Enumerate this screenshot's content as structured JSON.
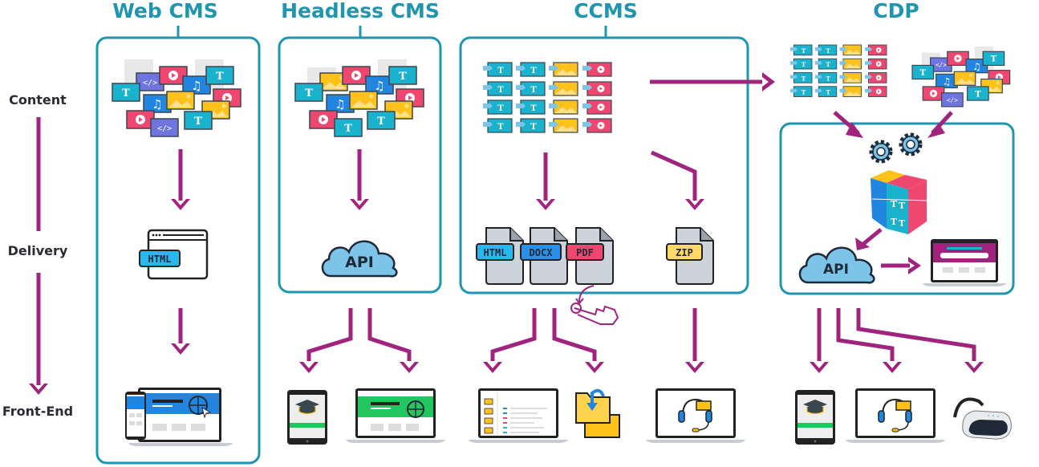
{
  "colors": {
    "title": "#1f95b0",
    "box_border": "#1f95b0",
    "arrow": "#a0237e",
    "stage_text": "#2b2b33",
    "cloud": "#7cc4e8",
    "text_block": "#1ab2cc",
    "video_block": "#ef476f",
    "image_block": "#ffc21a",
    "audio_block": "#2285e0",
    "code_block": "#6f75e0",
    "html_tag": "#27b8f0",
    "docx_tag": "#2a8fe6",
    "pdf_tag": "#ef476f",
    "zip_tag": "#ffd866"
  },
  "stages": {
    "content": "Content",
    "delivery": "Delivery",
    "front_end": "Front-End"
  },
  "columns": [
    {
      "id": "web-cms",
      "title": "Web CMS",
      "delivery": {
        "label": "HTML",
        "icon": "browser-window-icon"
      },
      "front_end": [
        "responsive-website-icon"
      ]
    },
    {
      "id": "headless-cms",
      "title": "Headless CMS",
      "delivery": {
        "label": "API",
        "icon": "cloud-icon"
      },
      "front_end": [
        "elearning-tablet-icon",
        "website-laptop-icon"
      ]
    },
    {
      "id": "ccms",
      "title": "CCMS",
      "delivery": {
        "formats": [
          "HTML",
          "DOCX",
          "PDF"
        ],
        "package": "ZIP",
        "icon": "file-icon"
      },
      "front_end": [
        "documentation-portal-laptop-icon",
        "folder-import-icon",
        "support-helpdesk-laptop-icon"
      ]
    },
    {
      "id": "cdp",
      "title": "CDP",
      "delivery": {
        "label": "API",
        "icon": "cloud-icon"
      },
      "front_end": [
        "elearning-tablet-icon",
        "support-helpdesk-laptop-icon",
        "vr-headset-icon"
      ]
    }
  ],
  "glyphs": {
    "text": "T",
    "code": "</>",
    "music": "♫"
  }
}
